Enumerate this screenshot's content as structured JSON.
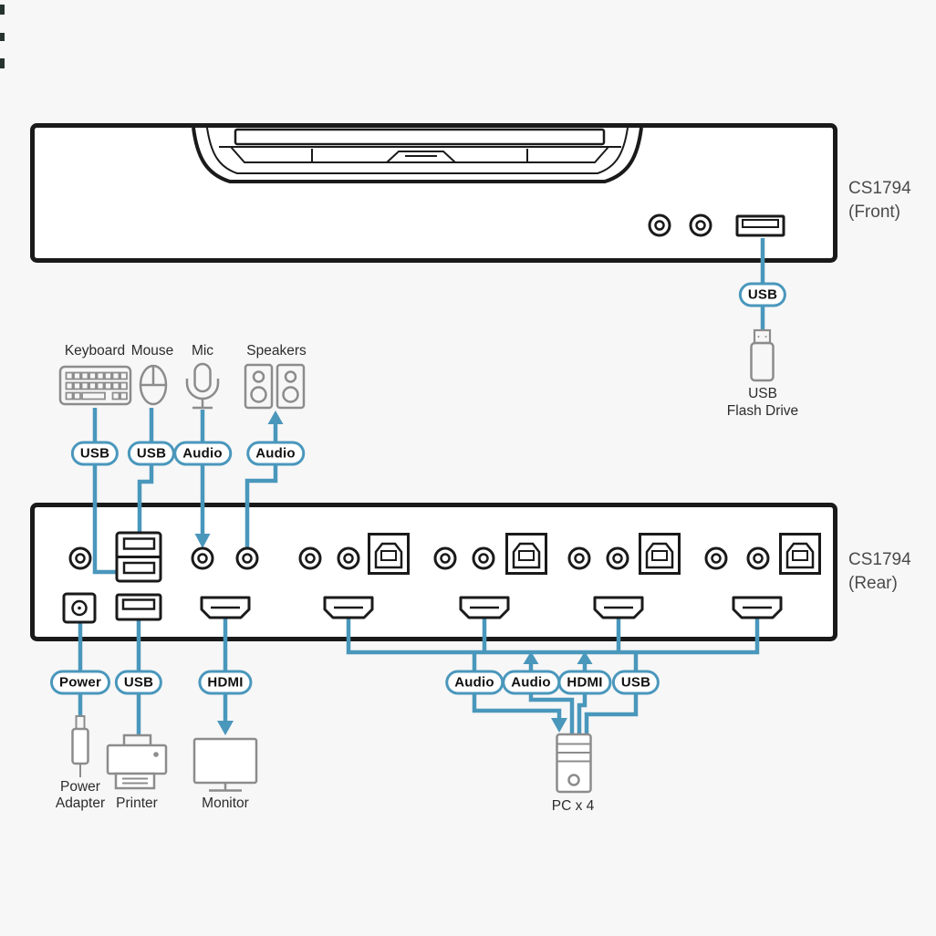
{
  "colors": {
    "line_blue": "#4a97bc",
    "outline_black": "#1a1a1a",
    "icon_gray": "#8c8c8c",
    "label_gray": "#4b4b4b"
  },
  "front_panel": {
    "model": "CS1794",
    "view": "(Front)"
  },
  "rear_panel": {
    "model": "CS1794",
    "view": "(Rear)"
  },
  "console": {
    "keyboard": {
      "label": "Keyboard",
      "pill": "USB"
    },
    "mouse": {
      "label": "Mouse",
      "pill": "USB"
    },
    "mic": {
      "label": "Mic",
      "pill": "Audio"
    },
    "speakers": {
      "label": "Speakers",
      "pill": "Audio"
    }
  },
  "front_usb": {
    "pill": "USB",
    "device_line1": "USB",
    "device_line2": "Flash Drive"
  },
  "power": {
    "pill": "Power",
    "device_line1": "Power",
    "device_line2": "Adapter"
  },
  "printer": {
    "pill": "USB",
    "device": "Printer"
  },
  "monitor": {
    "pill": "HDMI",
    "device": "Monitor"
  },
  "pc": {
    "pills": [
      "Audio",
      "Audio",
      "HDMI",
      "USB"
    ],
    "device": "PC x 4"
  }
}
